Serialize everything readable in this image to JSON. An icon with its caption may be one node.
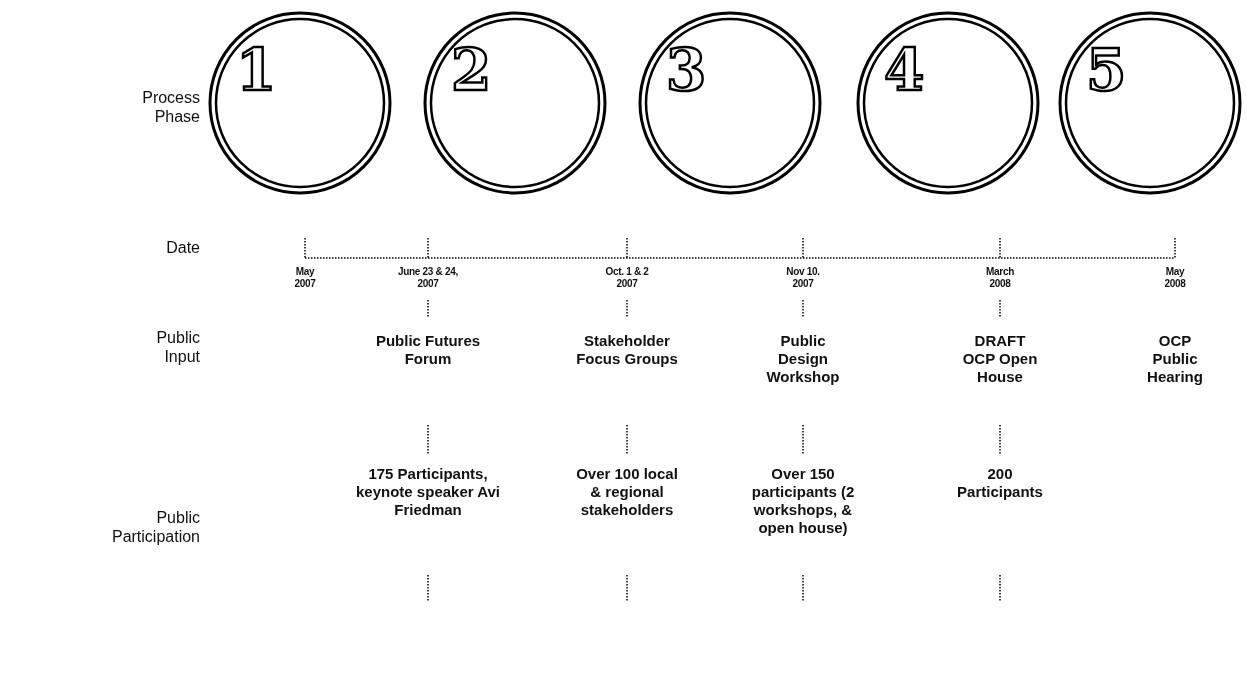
{
  "diagram": {
    "nodes": [
      {
        "text": [
          "1"
        ]
      },
      {
        "text": [
          "2"
        ]
      },
      {
        "text": [
          "3"
        ]
      },
      {
        "text": [
          "4"
        ]
      },
      {
        "text": [
          "5"
        ]
      }
    ],
    "labels": [
      "Process Phase",
      "Date",
      "May 2007",
      "June 23 & 24, 2007",
      "Oct. 1 & 2 2007",
      "Nov 10. 2007",
      "March 2008",
      "May 2008",
      "Public Input",
      "Public Futures Forum",
      "Stakeholder Focus Groups",
      "Public Design Workshop",
      "DRAFT OCP Open House",
      "OCP Public Hearing",
      "Public Participation",
      "175 Participants, keynote speaker Avi Friedman",
      "Over 100 local & regional stakeholders",
      "Over 150 participants (2 workshops, & open house)",
      "200 Participants"
    ]
  }
}
